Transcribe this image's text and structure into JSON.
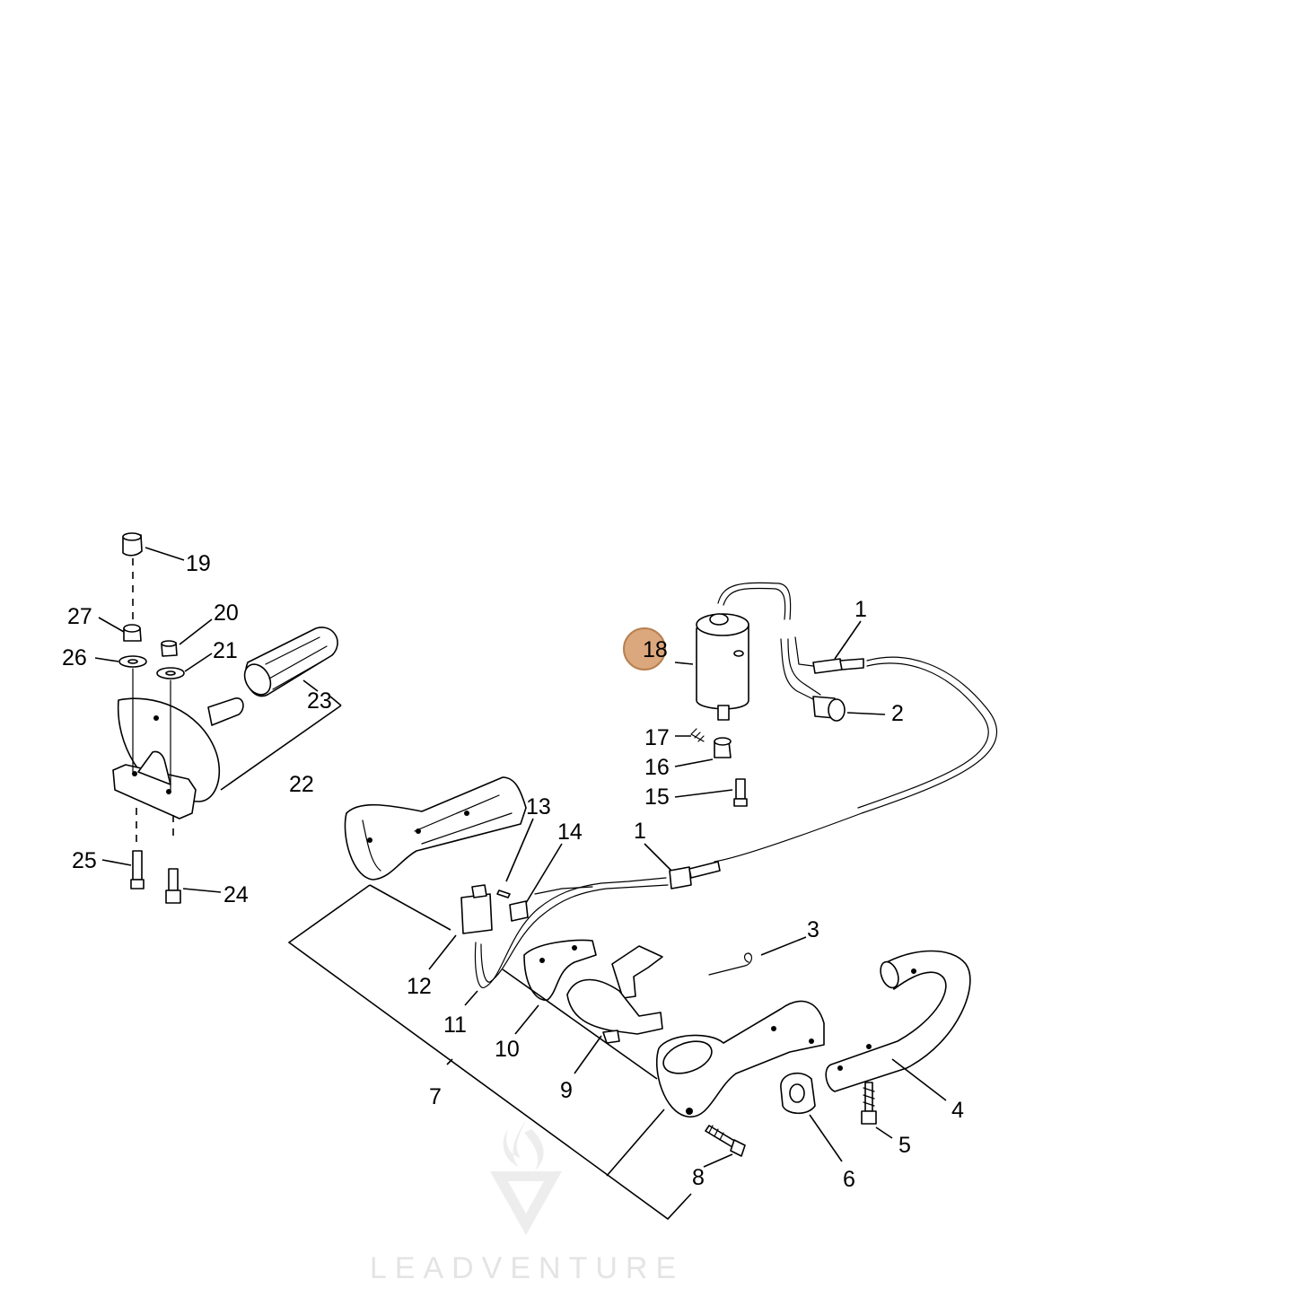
{
  "highlight_color": "#dba77d",
  "highlight_stroke": "#b8804f",
  "callouts": {
    "p1a": "1",
    "p1b": "1",
    "p2": "2",
    "p3": "3",
    "p4": "4",
    "p5": "5",
    "p6": "6",
    "p7": "7",
    "p8": "8",
    "p9": "9",
    "p10": "10",
    "p11": "11",
    "p12": "12",
    "p13": "13",
    "p14": "14",
    "p15": "15",
    "p16": "16",
    "p17": "17",
    "p18": "18",
    "p19": "19",
    "p20": "20",
    "p21": "21",
    "p22": "22",
    "p23": "23",
    "p24": "24",
    "p25": "25",
    "p26": "26",
    "p27": "27"
  },
  "watermark": {
    "text": "LEADVENTURE",
    "icon": "flame-v-logo-icon"
  }
}
